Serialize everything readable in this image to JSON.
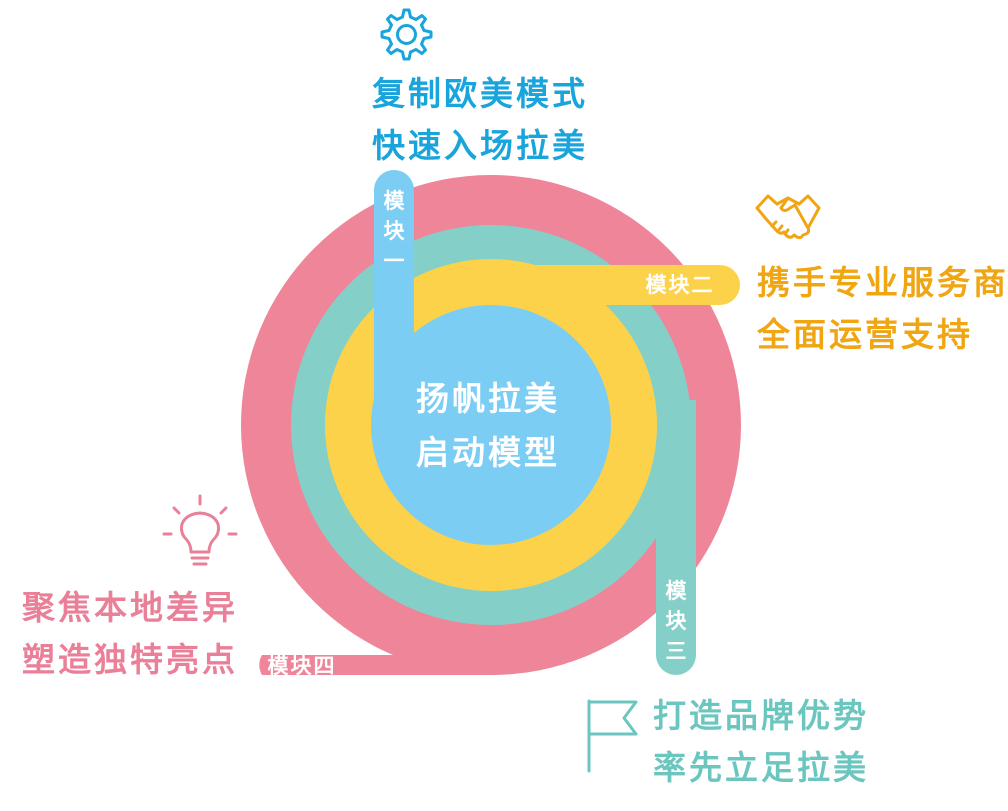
{
  "center": {
    "line1": "扬帆拉美",
    "line2": "启动模型"
  },
  "modules": [
    {
      "tab": [
        "模",
        "块",
        "一"
      ],
      "title": [
        "复制欧美模式",
        "快速入场拉美"
      ],
      "color": "#1aa4dc",
      "fill": "#7ccdf4",
      "icon": "gear-icon"
    },
    {
      "tab": "模块二",
      "title": [
        "携手专业服务商",
        "全面运营支持"
      ],
      "color": "#f0a513",
      "fill": "#fcd24a",
      "icon": "handshake-icon"
    },
    {
      "tab": [
        "模",
        "块",
        "三"
      ],
      "title": [
        "打造品牌优势",
        "率先立足拉美"
      ],
      "color": "#6cc6c0",
      "fill": "#84d0c9",
      "icon": "flag-icon"
    },
    {
      "tab": "模块四",
      "title": [
        "聚焦本地差异",
        "塑造独特亮点"
      ],
      "color": "#ea7f98",
      "fill": "#ee8599",
      "icon": "lightbulb-icon"
    }
  ]
}
